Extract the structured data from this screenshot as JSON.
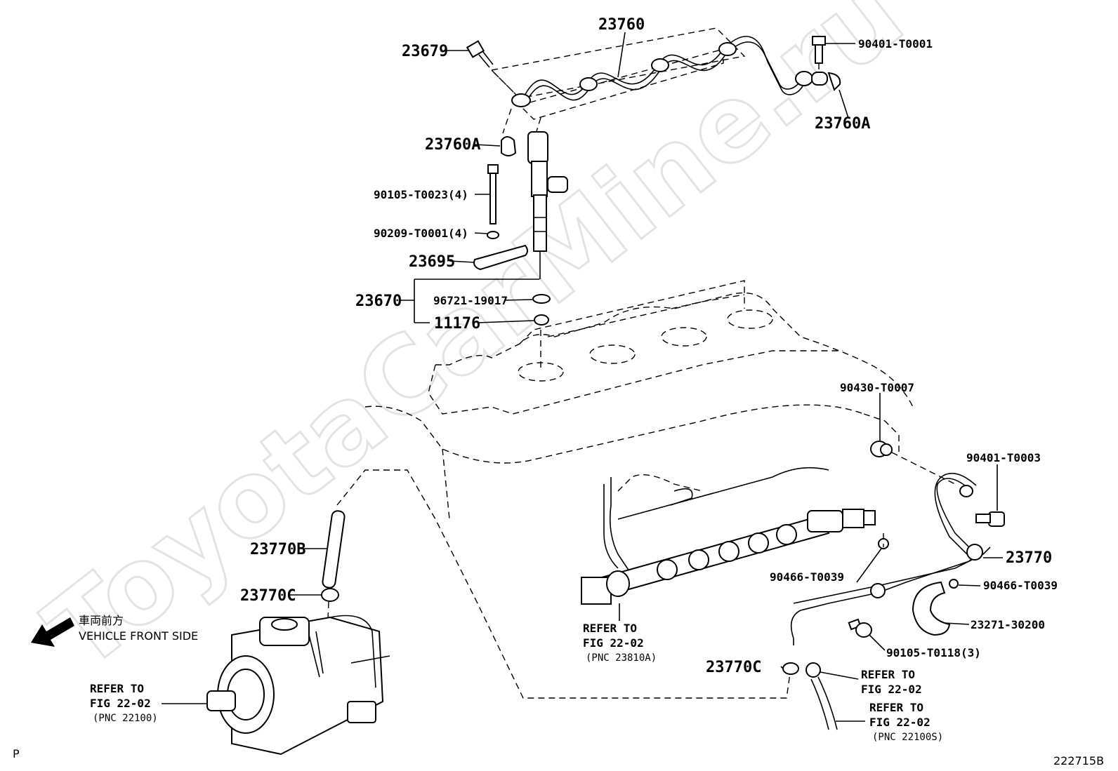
{
  "watermark": "ToyotaCarMine.ru",
  "direction": {
    "jp": "車両前方",
    "en": "VEHICLE FRONT SIDE"
  },
  "parts": {
    "p23760": "23760",
    "p23679": "23679",
    "p90401_1": "90401-T0001",
    "p23760a_r": "23760A",
    "p23760a_l": "23760A",
    "p90105_23": "90105-T0023(4)",
    "p90209": "90209-T0001(4)",
    "p23695": "23695",
    "p23670": "23670",
    "p96721": "96721-19017",
    "p11176": "11176",
    "p90430": "90430-T0007",
    "p90401_3": "90401-T0003",
    "p23770": "23770",
    "p90466_a": "90466-T0039",
    "p90466_b": "90466-T0039",
    "p23271": "23271-30200",
    "p90105_118": "90105-T0118(3)",
    "p23770b": "23770B",
    "p23770c_l": "23770C",
    "p23770c_r": "23770C"
  },
  "refs": {
    "rail": {
      "l1": "REFER TO",
      "l2": "FIG 22-02",
      "l3": "(PNC 23810A)"
    },
    "pump": {
      "l1": "REFER TO",
      "l2": "FIG 22-02",
      "l3": "(PNC 22100)"
    },
    "hose_a": {
      "l1": "REFER TO",
      "l2": "FIG 22-02"
    },
    "hose_b": {
      "l1": "REFER TO",
      "l2": "FIG 22-02",
      "l3": "(PNC 22100S)"
    }
  },
  "corner_left": "P",
  "figure_id": "222715B"
}
